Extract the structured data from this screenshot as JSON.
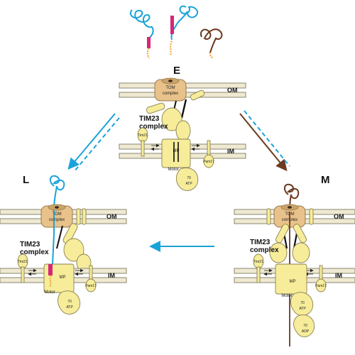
{
  "panels": {
    "E": {
      "title": "E",
      "tom": [
        "TOM",
        "complex"
      ],
      "tim23": [
        "TIM23",
        "complex"
      ],
      "om": "OM",
      "im": "IM",
      "tim21": "Tim21",
      "pam17": "Pam17",
      "mp": "MP",
      "motor": "Motor",
      "hsp70": "70",
      "nucleotide": "ATP"
    },
    "L": {
      "title": "L",
      "tom": [
        "TOM",
        "complex"
      ],
      "tim23": [
        "TIM23",
        "complex"
      ],
      "om": "OM",
      "im": "IM",
      "tim21": "Tim21",
      "pam17": "Pam17",
      "mp": "MP",
      "motor": "Motor",
      "hsp70": "70",
      "nucleotide": "ATP"
    },
    "M": {
      "title": "M",
      "tom": [
        "TOM",
        "complex"
      ],
      "tim23": [
        "TIM23",
        "complex"
      ],
      "om": "OM",
      "im": "IM",
      "tim21": "Tim21",
      "pam17": "Pam17",
      "mp": "MP",
      "motor": "Motor",
      "hsp70": "70",
      "nucleotide": "ATP",
      "hsp70b": "70",
      "nucleotide_b": "ADP"
    }
  },
  "colors": {
    "cyan": "#1aa3d9",
    "brown": "#6b3a1f",
    "magenta": "#d8257a",
    "orange": "#f0a030",
    "tom": "#e8c28a",
    "protein": "#f6ec9a",
    "membrane": "#efe9d2"
  }
}
